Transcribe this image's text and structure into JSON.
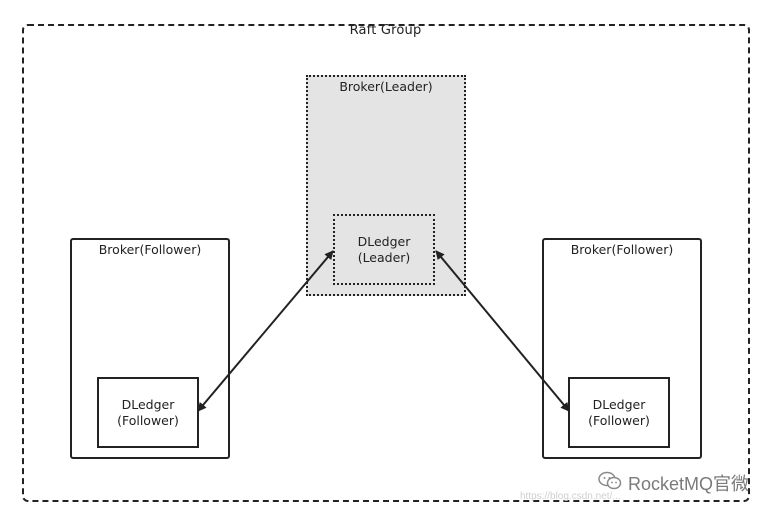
{
  "diagram": {
    "group_title": "Raft Group",
    "leader_broker": {
      "title": "Broker(Leader)",
      "dledger_line1": "DLedger",
      "dledger_line2": "(Leader)"
    },
    "left_broker": {
      "title": "Broker(Follower)",
      "dledger_line1": "DLedger",
      "dledger_line2": "(Follower)"
    },
    "right_broker": {
      "title": "Broker(Follower)",
      "dledger_line1": "DLedger",
      "dledger_line2": "(Follower)"
    }
  },
  "watermark": {
    "text": "RocketMQ官微",
    "url": "https://blog.csdn.net/...",
    "icon": "wechat-icon"
  },
  "colors": {
    "leader_fill": "#e4e4e4",
    "stroke": "#222222"
  }
}
